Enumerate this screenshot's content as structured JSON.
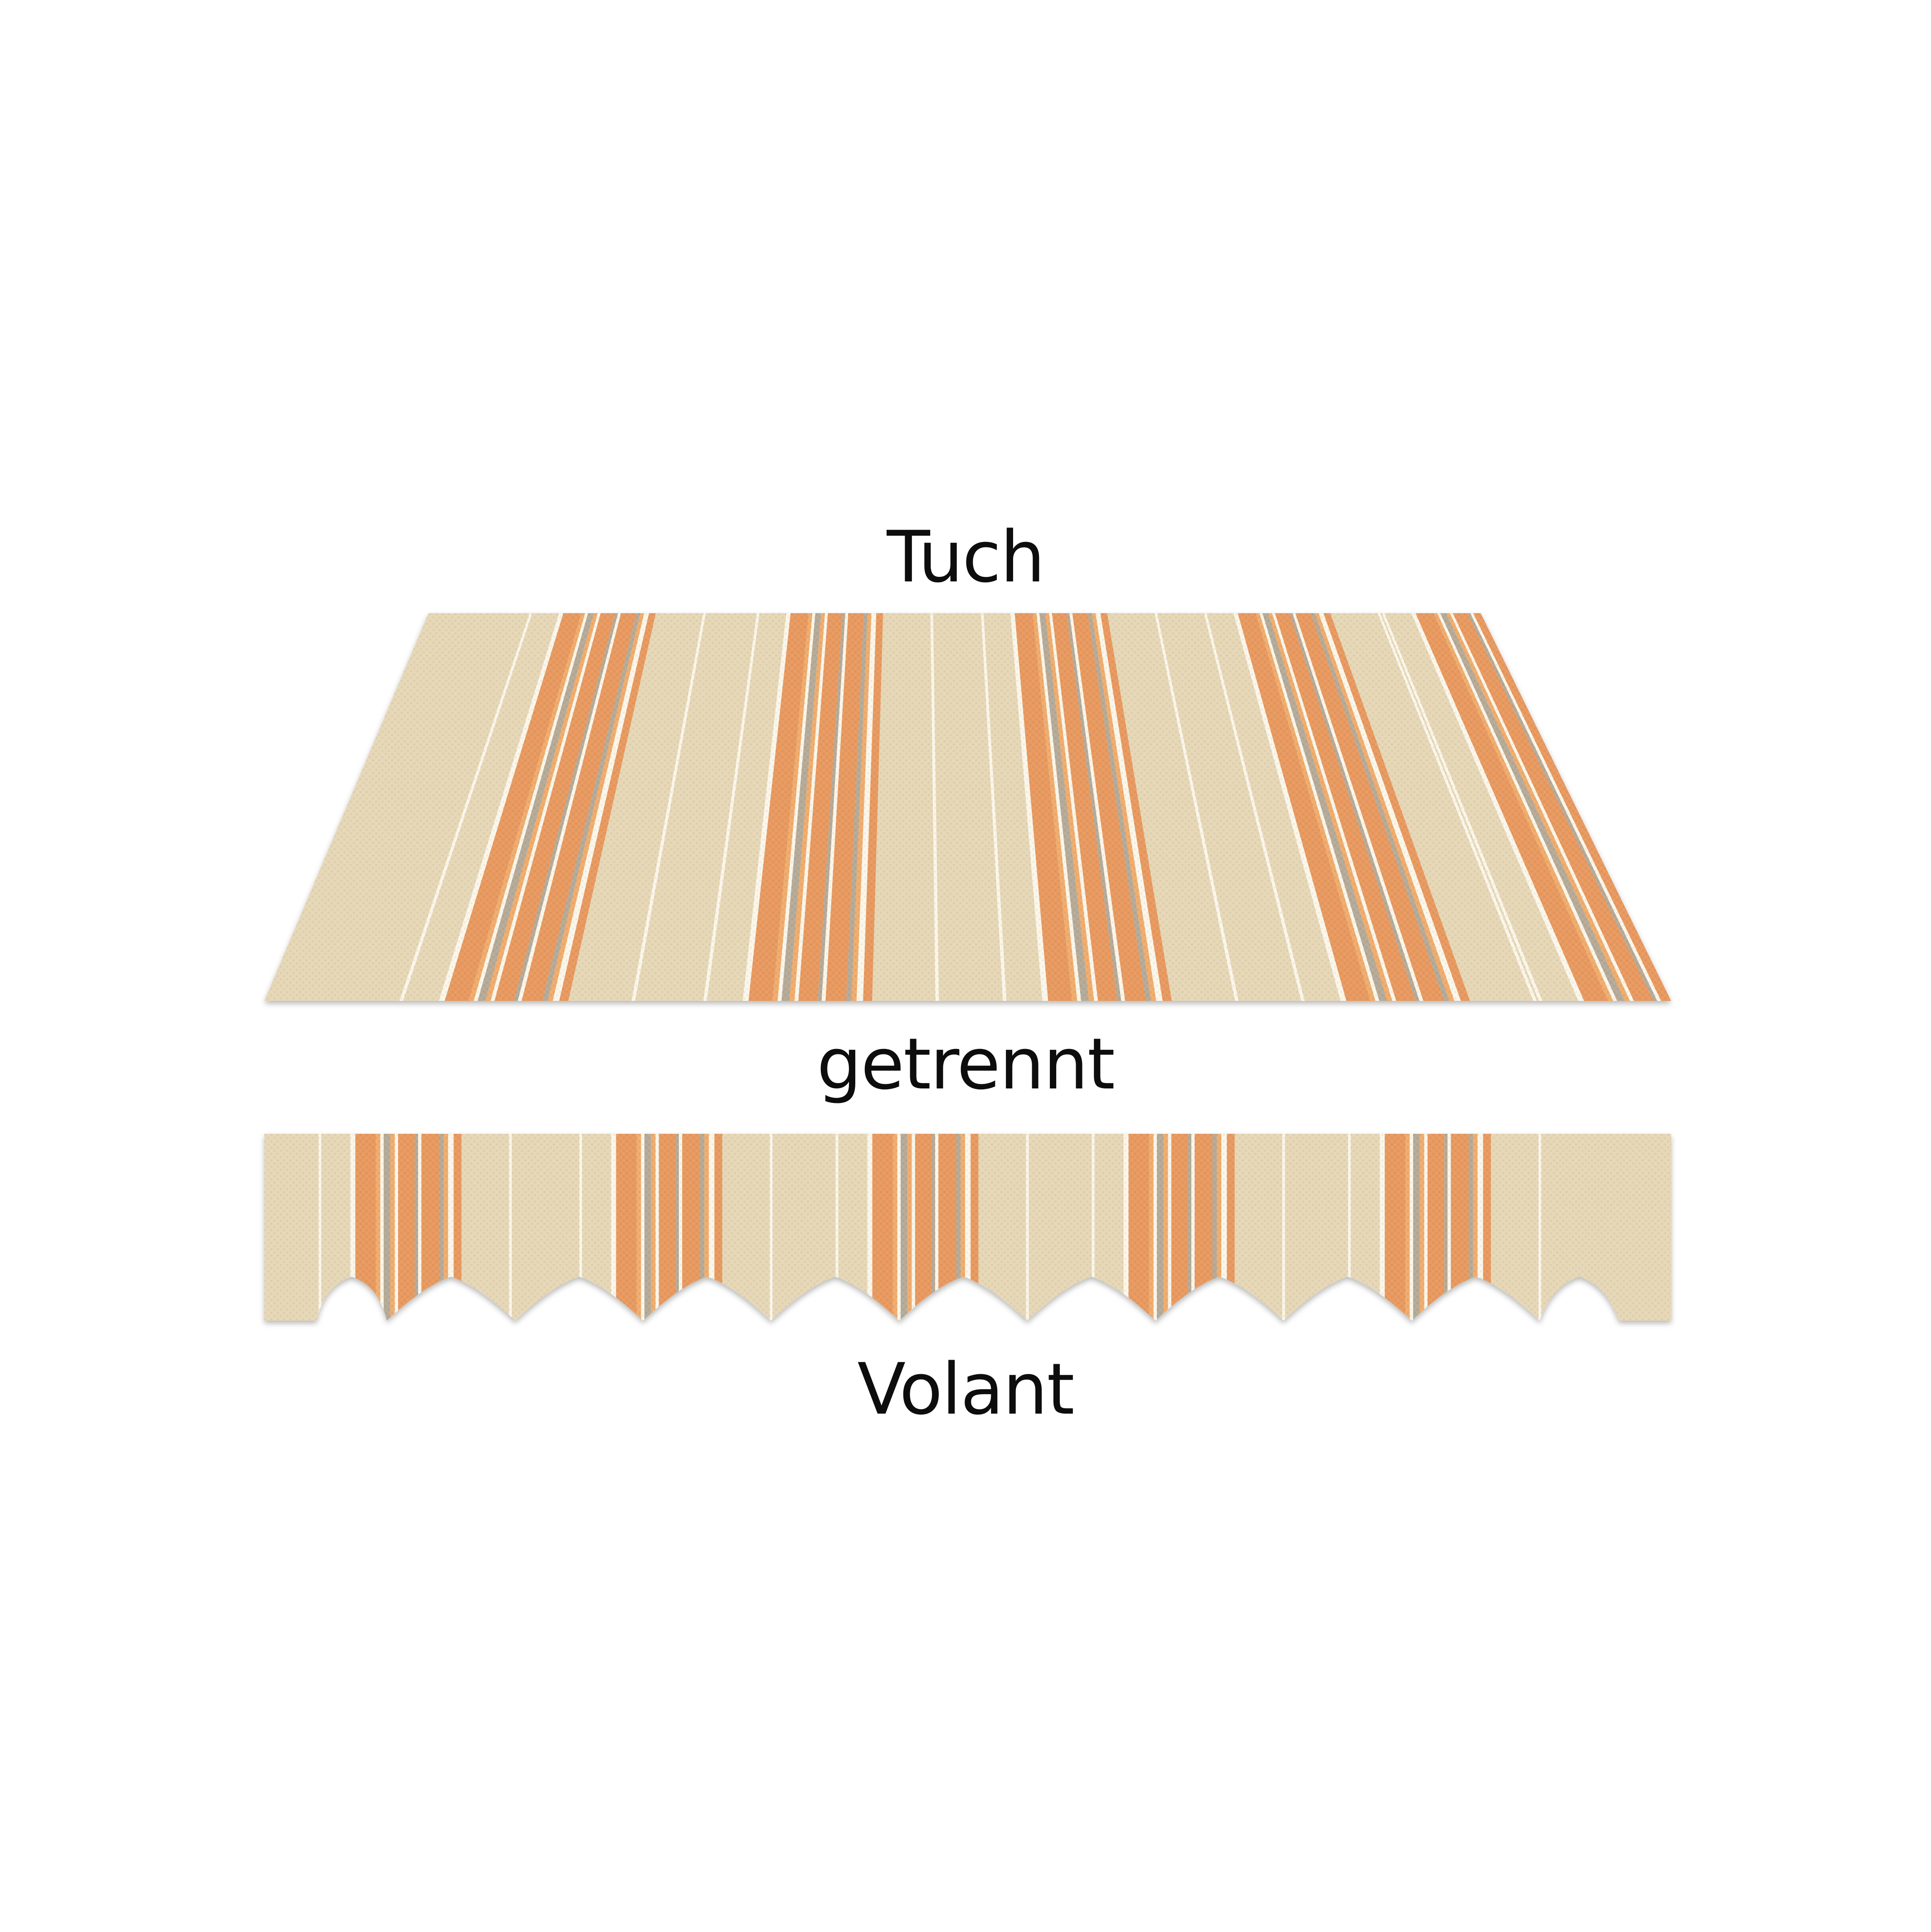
{
  "labels": {
    "awning_cloth": "Tuch",
    "separated": "getrennt",
    "valance": "Volant"
  },
  "colors": {
    "background": "#ffffff",
    "fabric_beige": "#e6d7b6",
    "stripe_orange": "#e89a61",
    "stripe_orange_light": "#f0ad6e",
    "stripe_grey": "#b6ab99",
    "stripe_white": "#fbf6ea",
    "text": "#0d0d0d"
  }
}
